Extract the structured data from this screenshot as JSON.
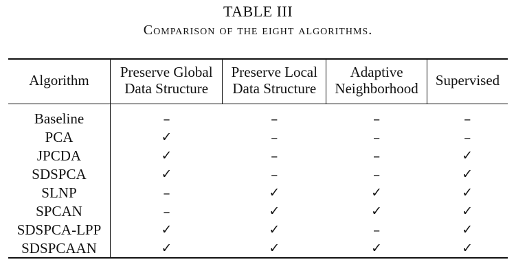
{
  "caption": {
    "title": "TABLE III",
    "subtitle": "Comparison of the eight algorithms."
  },
  "headers": [
    {
      "line1": "Algorithm",
      "line2": ""
    },
    {
      "line1": "Preserve Global",
      "line2": "Data Structure"
    },
    {
      "line1": "Preserve Local",
      "line2": "Data Structure"
    },
    {
      "line1": "Adaptive",
      "line2": "Neighborhood"
    },
    {
      "line1": "Supervised",
      "line2": ""
    }
  ],
  "rows": [
    {
      "name": "Baseline",
      "cells": [
        "–",
        "–",
        "–",
        "–"
      ]
    },
    {
      "name": "PCA",
      "cells": [
        "✓",
        "–",
        "–",
        "–"
      ]
    },
    {
      "name": "JPCDA",
      "cells": [
        "✓",
        "–",
        "–",
        "✓"
      ]
    },
    {
      "name": "SDSPCA",
      "cells": [
        "✓",
        "–",
        "–",
        "✓"
      ]
    },
    {
      "name": "SLNP",
      "cells": [
        "–",
        "✓",
        "✓",
        "✓"
      ]
    },
    {
      "name": "SPCAN",
      "cells": [
        "–",
        "✓",
        "✓",
        "✓"
      ]
    },
    {
      "name": "SDSPCA-LPP",
      "cells": [
        "✓",
        "✓",
        "–",
        "✓"
      ]
    },
    {
      "name": "SDSPCAAN",
      "cells": [
        "✓",
        "✓",
        "✓",
        "✓"
      ]
    }
  ]
}
